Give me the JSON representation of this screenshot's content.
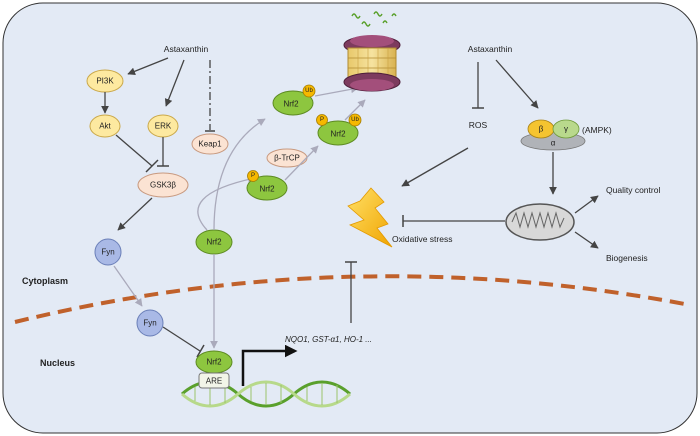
{
  "labels": {
    "astaxanthin_left": "Astaxanthin",
    "astaxanthin_right": "Astaxanthin",
    "pi3k": "PI3K",
    "akt": "Akt",
    "erk": "ERK",
    "keap1": "Keap1",
    "gsk3b": "GSK3β",
    "fyn_cyto": "Fyn",
    "fyn_nuc": "Fyn",
    "nrf2_center": "Nrf2",
    "nrf2_ub": "Nrf2",
    "nrf2_p_ub": "Nrf2",
    "nrf2_p": "Nrf2",
    "nrf2_nucleus": "Nrf2",
    "btrcp": "β-TrCP",
    "ros": "ROS",
    "ampk_beta": "β",
    "ampk_gamma": "γ",
    "ampk_alpha": "α",
    "ampk": "(AMPK)",
    "oxidative_stress": "Oxidative stress",
    "quality_control": "Quality control",
    "biogenesis": "Biogenesis",
    "cytoplasm": "Cytoplasm",
    "nucleus": "Nucleus",
    "are": "ARE",
    "genes": "NQO1, GST-α1, HO-1 ...",
    "ub": "Ub",
    "p": "P"
  },
  "colors": {
    "cell_bg": "#e3eaf5",
    "nrf2_green": "#8dc63f",
    "yellow_node": "#fde9a0",
    "fyn_blue": "#a9b9e6",
    "peach": "#fbe3d3",
    "membrane": "#c0612b"
  }
}
